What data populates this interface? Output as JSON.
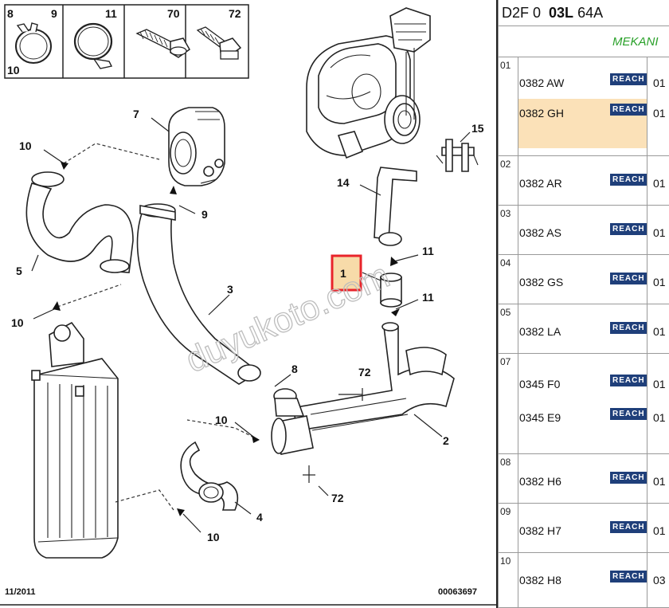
{
  "diagram": {
    "callouts": {
      "top_box": [
        "8",
        "9",
        "11",
        "70",
        "72",
        "10"
      ],
      "parts": [
        "7",
        "10",
        "9",
        "15",
        "14",
        "5",
        "3",
        "11",
        "1",
        "11",
        "10",
        "8",
        "72",
        "10",
        "2",
        "72",
        "4",
        "10"
      ]
    },
    "watermark": "duyukoto.com",
    "footer_date": "11/2011",
    "footer_ref": "00063697",
    "highlight_color": "#e8242b",
    "highlight_fill": "#f7dba9"
  },
  "panel": {
    "header": {
      "p1": "D2F",
      "p2": "0",
      "p3": "03L",
      "p4": "64A"
    },
    "subtitle": "MEKANI",
    "badge_label": "REACH",
    "badge_color": "#1f3f7a",
    "row_highlight": "#fbe1b8",
    "groups": [
      {
        "no": "01",
        "lines": [
          {
            "ref": "0382 AW",
            "qty": "01"
          },
          {
            "ref": "0382 GH",
            "qty": "01"
          }
        ]
      },
      {
        "no": "02",
        "lines": [
          {
            "ref": "0382 AR",
            "qty": "01"
          }
        ]
      },
      {
        "no": "03",
        "lines": [
          {
            "ref": "0382 AS",
            "qty": "01"
          }
        ]
      },
      {
        "no": "04",
        "lines": [
          {
            "ref": "0382 GS",
            "qty": "01"
          }
        ]
      },
      {
        "no": "05",
        "lines": [
          {
            "ref": "0382 LA",
            "qty": "01"
          }
        ]
      },
      {
        "no": "07",
        "lines": [
          {
            "ref": "0345 F0",
            "qty": "01"
          },
          {
            "ref": "0345 E9",
            "qty": "01"
          }
        ]
      },
      {
        "no": "08",
        "lines": [
          {
            "ref": "0382 H6",
            "qty": "01"
          }
        ]
      },
      {
        "no": "09",
        "lines": [
          {
            "ref": "0382 H7",
            "qty": "01"
          }
        ]
      },
      {
        "no": "10",
        "lines": [
          {
            "ref": "0382 H8",
            "qty": "03"
          }
        ]
      }
    ]
  }
}
